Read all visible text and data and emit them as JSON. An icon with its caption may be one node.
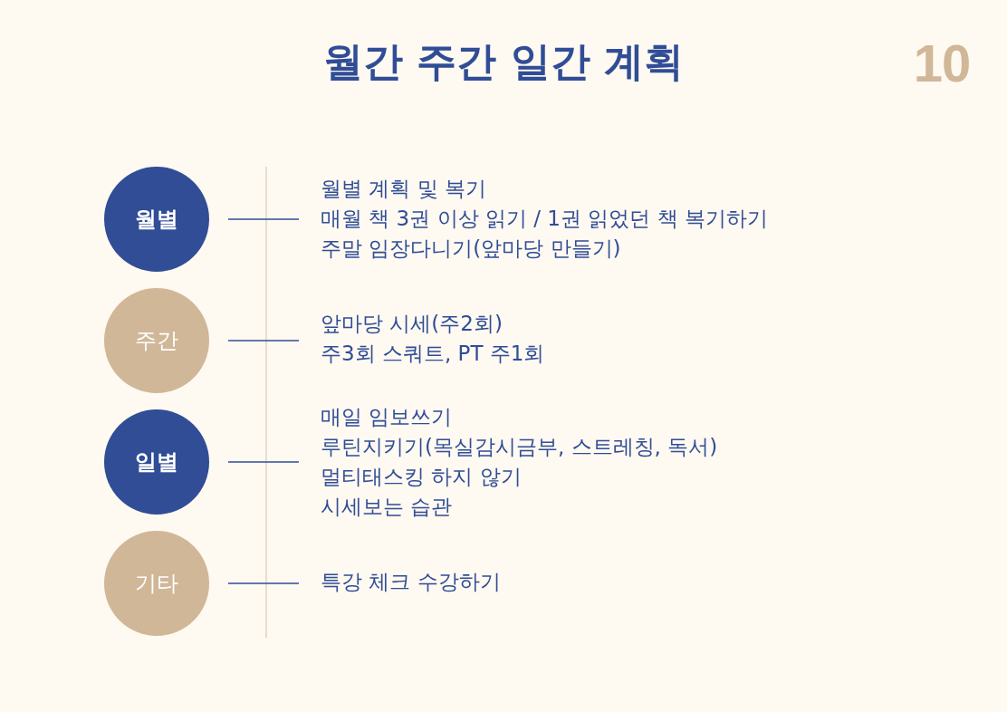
{
  "diagram": {
    "title": "월간 주간 일간 계획",
    "nodes": [
      {
        "text": [
          "월별"
        ]
      },
      {
        "text": [
          "월별 계획 및 복기",
          "매월 책 3권 이상 읽기 / 1권 읽었던 책 복기하기",
          "주말 임장다니기(앞마당 만들기)"
        ]
      },
      {
        "text": [
          "주간"
        ]
      },
      {
        "text": [
          "앞마당 시세(주2회)",
          "주3회 스쿼트, PT 주1회"
        ]
      },
      {
        "text": [
          "일별"
        ]
      },
      {
        "text": [
          "매일 임보쓰기",
          "루틴지키기(목실감시금부, 스트레칭, 독서)",
          "멀티태스킹 하지 않기",
          "시세보는 습관"
        ]
      },
      {
        "text": [
          "기타"
        ]
      },
      {
        "text": [
          "특강 체크 수강하기"
        ]
      }
    ],
    "edges": [
      {
        "from": 0,
        "to": 1,
        "arrow": "none"
      },
      {
        "from": 2,
        "to": 3,
        "arrow": "none"
      },
      {
        "from": 4,
        "to": 5,
        "arrow": "none"
      },
      {
        "from": 6,
        "to": 7,
        "arrow": "none"
      }
    ],
    "labels": [
      "10"
    ]
  }
}
